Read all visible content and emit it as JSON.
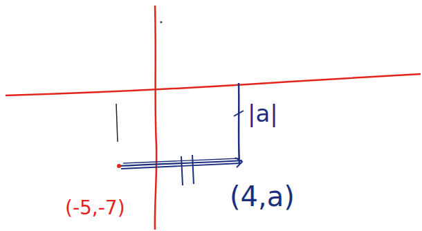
{
  "diagram": {
    "labels": [
      "|a|",
      "(-5,-7)",
      "(4,a)"
    ]
  }
}
